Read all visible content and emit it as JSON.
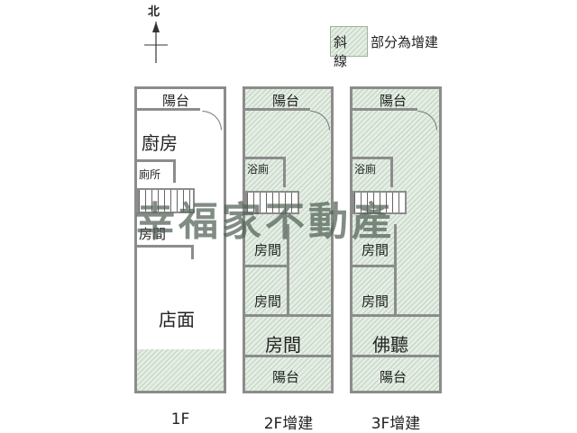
{
  "compass": {
    "label": "北",
    "icon": "north-arrow-icon"
  },
  "legend": {
    "swatch_text": "斜線",
    "text": "部分為增建",
    "swatch_color": "#e4eee4"
  },
  "watermark": "幸福家不動產",
  "floors": [
    {
      "id": "1F",
      "label": "1F",
      "rooms": {
        "balcony": "陽台",
        "kitchen": "廚房",
        "toilet": "廁所",
        "room": "房間",
        "shop": "店面"
      }
    },
    {
      "id": "2F",
      "label": "2F增建",
      "rooms": {
        "balcony_top": "陽台",
        "bath": "浴廁",
        "room1": "房間",
        "room2": "房間",
        "room3": "房間",
        "balcony_bottom": "陽台"
      }
    },
    {
      "id": "3F",
      "label": "3F增建",
      "rooms": {
        "balcony_top": "陽台",
        "bath": "浴廁",
        "room1": "房間",
        "room2": "房間",
        "shrine": "佛聽",
        "balcony_bottom": "陽台"
      }
    }
  ]
}
